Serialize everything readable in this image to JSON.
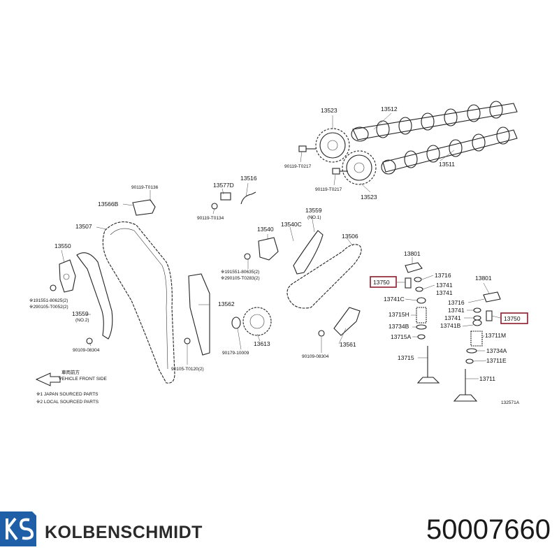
{
  "diagram": {
    "labels": {
      "l13523a": "13523",
      "l13512": "13512",
      "l13511": "13511",
      "l13523b": "13523",
      "b90119a": "90119-T0217",
      "b90119b": "90119-T0217",
      "b90119c": "90119-T0136",
      "l13566b": "13566B",
      "l13577d": "13577D",
      "l13516": "13516",
      "b90119d": "90119-T0134",
      "l13507": "13507",
      "l13550": "13550",
      "n191551a": "※191551-80625(2)",
      "n290105a": "※290105-T0052(2)",
      "l13559a": "13559",
      "n13559a": "(NO.2)",
      "b90109a": "90109-08304",
      "l13562": "13562",
      "b90105": "90105-T0120(2)",
      "l13540": "13540",
      "l13540c": "13540C",
      "l13559b": "13559",
      "n13559b": "(NO.1)",
      "n191551b": "※191551-80635(2)",
      "n290105b": "※290105-T0283(2)",
      "l13613": "13613",
      "b90179": "90179-10009",
      "l13506": "13506",
      "l13561": "13561",
      "b90109b": "90109-08304",
      "l13801a": "13801",
      "l13750a": "13750",
      "l13716a": "13716",
      "l13741a": "13741",
      "l13741b": "13741",
      "l13741c": "13741C",
      "l13715h": "13715H",
      "l13734b": "13734B",
      "l13715a": "13715A",
      "l13715": "13715",
      "l13801b": "13801",
      "l13716b": "13716",
      "l13741d": "13741",
      "l13741e": "13741",
      "l13741b2": "13741B",
      "l13750b": "13750",
      "l13711m": "13711M",
      "l13734a": "13734A",
      "l13711e": "13711E",
      "l13711": "13711",
      "arrow_text": "VEHICLE FRONT SIDE",
      "arrow_kanji": "車両前方",
      "note1": "※1 JAPAN SOURCED PARTS",
      "note2": "※2 LOCAL SOURCED PARTS",
      "ref": "132571A"
    }
  },
  "footer": {
    "brand": "KOLBENSCHMIDT",
    "part_number": "50007660"
  },
  "colors": {
    "highlight": "#8a1c2b",
    "logo_blue": "#1f5fa8"
  }
}
